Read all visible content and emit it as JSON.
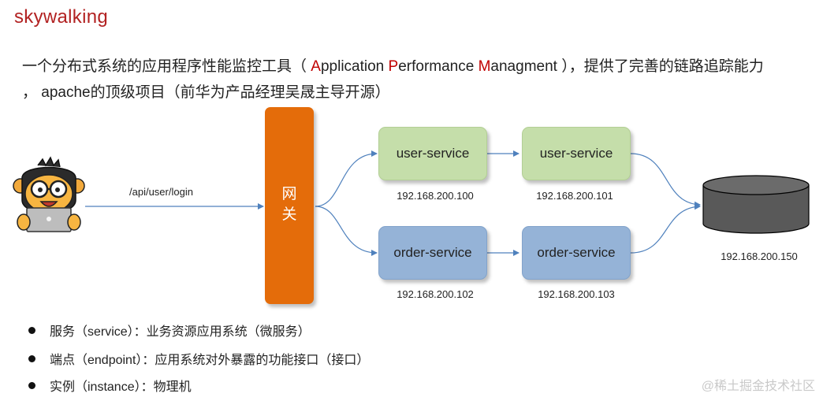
{
  "title": "skywalking",
  "intro": {
    "line1_a": "一个分布式系统的应用程序性能监控工具（ ",
    "hl_A": "A",
    "word_pplication": "pplication ",
    "hl_P": "P",
    "word_erformance": "erformance ",
    "hl_M": "M",
    "word_anagment": "anagment",
    "line1_b": " ），提供了完善的链路追踪能力",
    "line2": "， apache的顶级项目（前华为产品经理吴晟主导开源）"
  },
  "diagram": {
    "route": "/api/user/login",
    "gateway": [
      "网",
      "关"
    ],
    "services": [
      {
        "label": "user-service",
        "ip": "192.168.200.100"
      },
      {
        "label": "user-service",
        "ip": "192.168.200.101"
      },
      {
        "label": "order-service",
        "ip": "192.168.200.102"
      },
      {
        "label": "order-service",
        "ip": "192.168.200.103"
      }
    ],
    "database_ip": "192.168.200.150"
  },
  "bullets": [
    "服务（service）：业务资源应用系统（微服务）",
    "端点（endpoint）：应用系统对外暴露的功能接口（接口）",
    "实例（instance）：物理机"
  ],
  "watermark": "@稀土掘金技术社区",
  "colors": {
    "title": "#b22222",
    "gateway": "#e46c0a",
    "service_green": "#c5deaa",
    "service_blue": "#95b3d7",
    "arrows": "#4f81bd",
    "database": "#595959"
  },
  "icons": [
    "monkey-mascot-icon",
    "database-cylinder-icon"
  ]
}
